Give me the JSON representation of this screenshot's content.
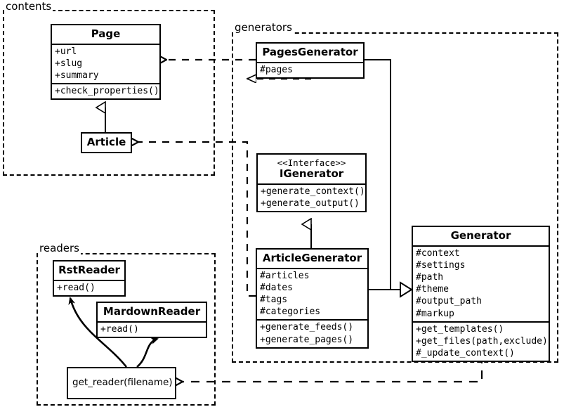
{
  "diagram": {
    "type": "uml-class-diagram",
    "background_color": "#ffffff",
    "line_color": "#000000"
  },
  "packages": [
    {
      "id": "contents",
      "label": "contents"
    },
    {
      "id": "generators",
      "label": "generators"
    },
    {
      "id": "readers",
      "label": "readers"
    }
  ],
  "classes": {
    "page": {
      "name": "Page",
      "stereotype": "",
      "attributes": [
        "+url",
        "+slug",
        "+summary"
      ],
      "methods": [
        "+check_properties()"
      ]
    },
    "article": {
      "name": "Article",
      "stereotype": "",
      "attributes": [],
      "methods": []
    },
    "pages_generator": {
      "name": "PagesGenerator",
      "stereotype": "",
      "attributes": [
        "#pages"
      ],
      "methods": []
    },
    "igenerator": {
      "name": "IGenerator",
      "stereotype": "<<Interface>>",
      "attributes": [],
      "methods": [
        "+generate_context()",
        "+generate_output()"
      ]
    },
    "article_generator": {
      "name": "ArticleGenerator",
      "stereotype": "",
      "attributes": [
        "#articles",
        "#dates",
        "#tags",
        "#categories"
      ],
      "methods": [
        "+generate_feeds()",
        "+generate_pages()"
      ]
    },
    "generator": {
      "name": "Generator",
      "stereotype": "",
      "attributes": [
        "#context",
        "#settings",
        "#path",
        "#theme",
        "#output_path",
        "#markup"
      ],
      "methods": [
        "+get_templates()",
        "+get_files(path,exclude)",
        "#_update_context()"
      ]
    },
    "rst_reader": {
      "name": "RstReader",
      "stereotype": "",
      "attributes": [],
      "methods": [
        "+read()"
      ]
    },
    "mardown_reader": {
      "name": "MardownReader",
      "stereotype": "",
      "attributes": [],
      "methods": [
        "+read()"
      ]
    },
    "get_reader": {
      "name": "get_reader(filename)",
      "stereotype": "",
      "attributes": [],
      "methods": []
    }
  },
  "relations": [
    {
      "id": "article-inherits-page",
      "from": "article",
      "to": "page",
      "kind": "generalization"
    },
    {
      "id": "pagesgenerator-realizes-igenerator",
      "from": "pages_generator",
      "to": "igenerator",
      "kind": "realization"
    },
    {
      "id": "articlegenerator-inherits-igenerator",
      "from": "article_generator",
      "to": "igenerator",
      "kind": "generalization"
    },
    {
      "id": "pagesgenerator-to-generator",
      "from": "pages_generator",
      "to": "generator",
      "kind": "generalization"
    },
    {
      "id": "articlegenerator-to-generator",
      "from": "article_generator",
      "to": "generator",
      "kind": "generalization"
    },
    {
      "id": "pagesgenerator-uses-page",
      "from": "pages_generator",
      "to": "page",
      "kind": "dependency"
    },
    {
      "id": "articlegenerator-uses-article",
      "from": "article_generator",
      "to": "article",
      "kind": "dependency"
    },
    {
      "id": "generator-uses-get-reader",
      "from": "generator",
      "to": "get_reader",
      "kind": "dependency"
    },
    {
      "id": "get-reader-creates-rstreader",
      "from": "get_reader",
      "to": "rst_reader",
      "kind": "create"
    },
    {
      "id": "get-reader-creates-mardownreader",
      "from": "get_reader",
      "to": "mardown_reader",
      "kind": "create"
    }
  ]
}
